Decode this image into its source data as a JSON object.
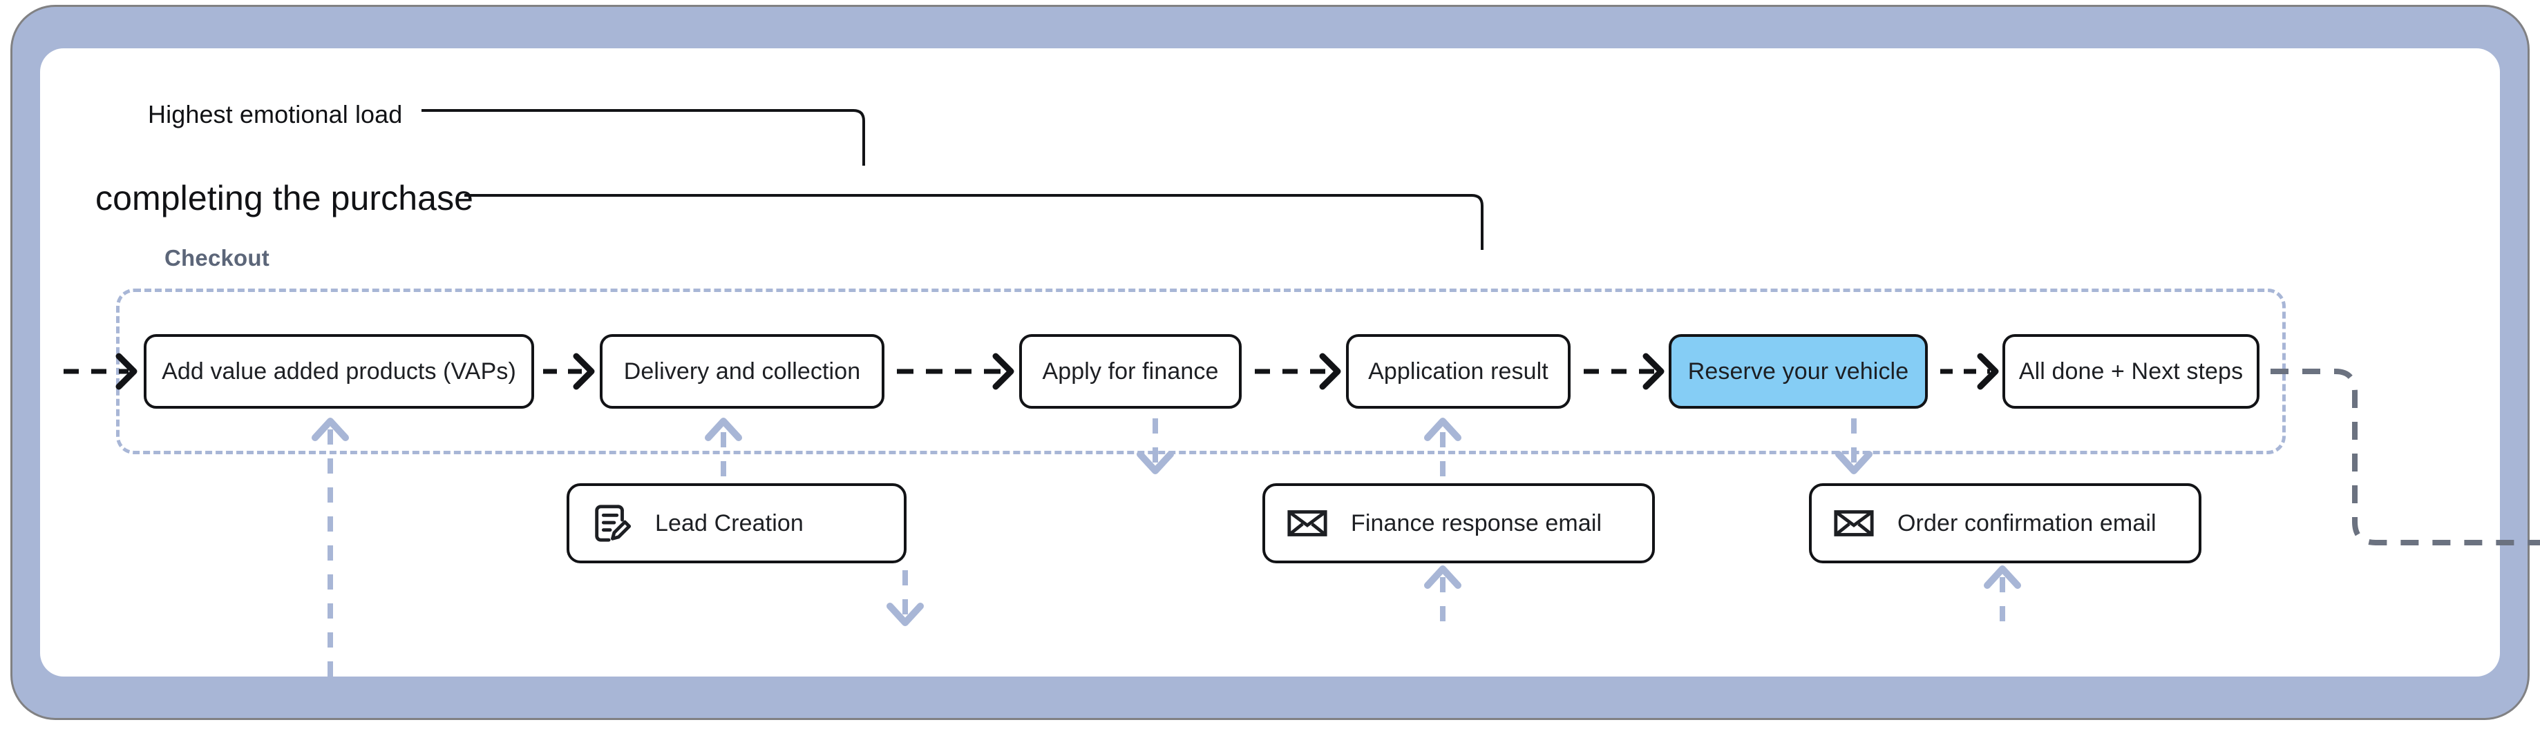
{
  "theme": {
    "frame_color": "#a8b6d6",
    "canvas_color": "#ffffff",
    "active_step_color": "#85cdf5",
    "group_border_color": "#a8b6d6",
    "group_title_color": "#5c6679",
    "connector_color": "#a8b6d6",
    "flow_arrow_color": "#121316",
    "exit_arrow_color": "#6b7280",
    "box_border_color": "#121316",
    "text_color": "#1d1f23"
  },
  "annotations": [
    {
      "id": "emotional-load",
      "label": "Highest emotional load"
    },
    {
      "id": "completing-purchase",
      "label": "completing the purchase"
    }
  ],
  "group": {
    "title": "Checkout"
  },
  "steps": [
    {
      "id": "add-vaps",
      "label": "Add value added products (VAPs)",
      "active": false
    },
    {
      "id": "delivery-collection",
      "label": "Delivery and collection",
      "active": false
    },
    {
      "id": "apply-for-finance",
      "label": "Apply for finance",
      "active": false
    },
    {
      "id": "application-result",
      "label": "Application result",
      "active": false
    },
    {
      "id": "reserve-vehicle",
      "label": "Reserve your vehicle",
      "active": true
    },
    {
      "id": "all-done-next-steps",
      "label": "All done + Next steps",
      "active": false
    }
  ],
  "system_cards": [
    {
      "id": "lead-creation",
      "label": "Lead Creation",
      "icon": "document-edit-icon"
    },
    {
      "id": "finance-response",
      "label": "Finance response email",
      "icon": "envelope-icon"
    },
    {
      "id": "order-confirmation",
      "label": "Order confirmation email",
      "icon": "envelope-icon"
    }
  ]
}
